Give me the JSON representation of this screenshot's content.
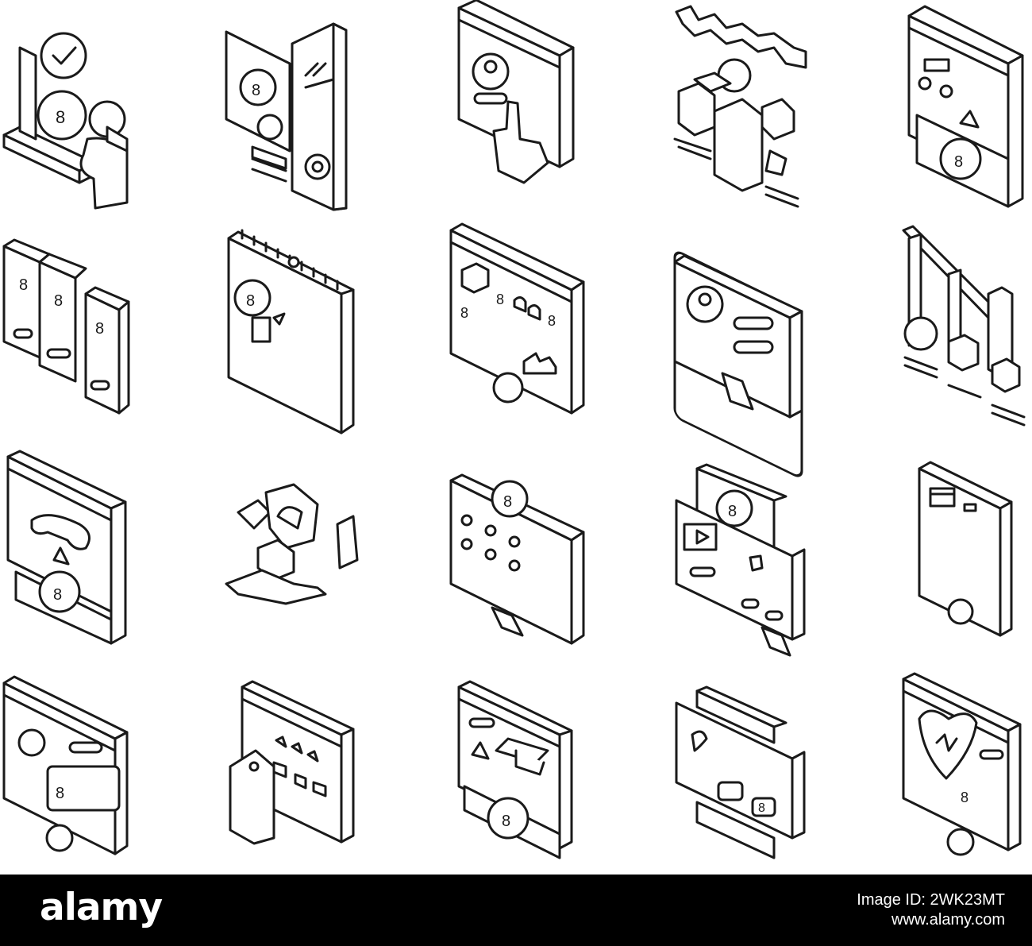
{
  "footer": {
    "logo": "alamy",
    "image_id": "Image ID: 2WK23MT",
    "url": "www.alamy.com"
  },
  "icons": [
    {
      "name": "business-person-checkmark-icon"
    },
    {
      "name": "phone-settings-network-icon"
    },
    {
      "name": "web-click-profile-icon"
    },
    {
      "name": "parcel-distribution-icon"
    },
    {
      "name": "payment-upload-window-icon"
    },
    {
      "name": "three-smartphones-icon"
    },
    {
      "name": "calendar-payment-icon"
    },
    {
      "name": "online-store-monitor-icon"
    },
    {
      "name": "monitor-user-profile-icon"
    },
    {
      "name": "logistics-chart-icon"
    },
    {
      "name": "gaming-payment-icon"
    },
    {
      "name": "hands-product-exchange-icon"
    },
    {
      "name": "monitor-payment-dots-icon"
    },
    {
      "name": "video-payment-icon"
    },
    {
      "name": "tablet-screen-icon"
    },
    {
      "name": "profile-payment-window-icon"
    },
    {
      "name": "price-tag-catalog-icon"
    },
    {
      "name": "education-payment-icon"
    },
    {
      "name": "payment-card-icon"
    },
    {
      "name": "health-heart-window-icon"
    }
  ],
  "colors": {
    "stroke": "#1a1a1a",
    "fill": "#ffffff",
    "footer": "#000000",
    "footer_text": "#ffffff"
  }
}
